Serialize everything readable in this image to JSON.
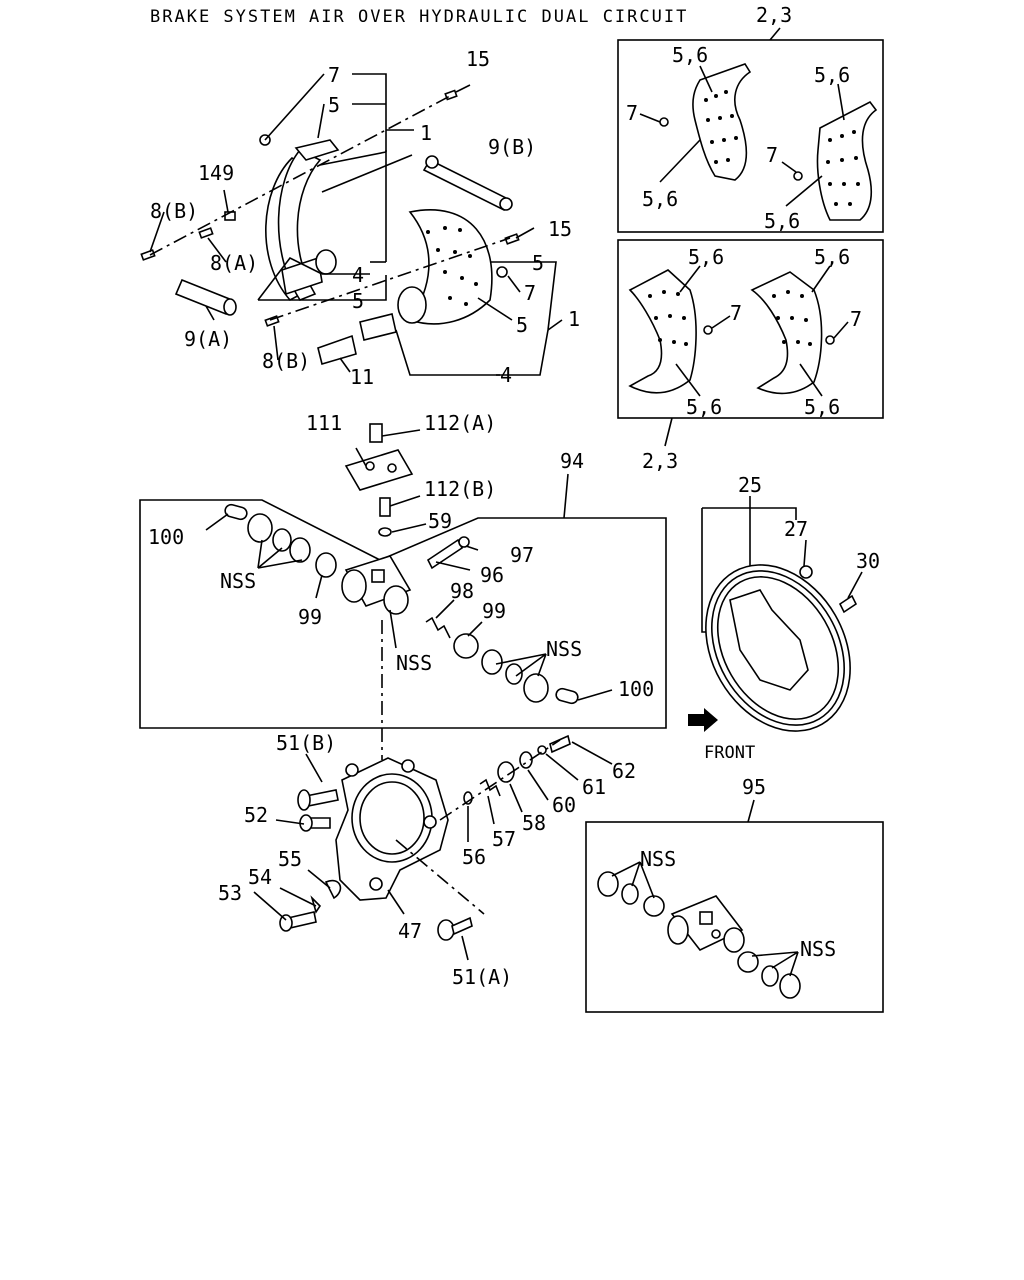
{
  "title": "BRAKE SYSTEM AIR OVER HYDRAULIC DUAL CIRCUIT",
  "front_label": "FRONT",
  "callouts": {
    "c7a": "7",
    "c5a": "5",
    "c1a": "1",
    "c15a": "15",
    "c149": "149",
    "c9b": "9(B)",
    "c8b_top": "8(B)",
    "c8a": "8(A)",
    "c4a": "4",
    "c5b": "5",
    "c9a": "9(A)",
    "c8b_bot": "8(B)",
    "c15b": "15",
    "c5c": "5",
    "c7b": "7",
    "c1b": "1",
    "c5d": "5",
    "c4b": "4",
    "c11": "11",
    "c23_top": "2,3",
    "c56_a": "5,6",
    "c56_b": "5,6",
    "c7c": "7",
    "c56_c": "5,6",
    "c7d": "7",
    "c56_d": "5,6",
    "c56_e": "5,6",
    "c56_f": "5,6",
    "c7e": "7",
    "c7f": "7",
    "c56_g": "5,6",
    "c56_h": "5,6",
    "c23_bot": "2,3",
    "c111": "111",
    "c112a": "112(A)",
    "c112b": "112(B)",
    "c94": "94",
    "c100a": "100",
    "c59": "59",
    "c97": "97",
    "c96": "96",
    "cNSS1": "NSS",
    "c99a": "99",
    "c98": "98",
    "c99b": "99",
    "cNSS2": "NSS",
    "cNSS3": "NSS",
    "c100b": "100",
    "c25": "25",
    "c27": "27",
    "c30": "30",
    "c51b": "51(B)",
    "c52": "52",
    "c55": "55",
    "c54": "54",
    "c53": "53",
    "c47": "47",
    "c51a": "51(A)",
    "c56": "56",
    "c57": "57",
    "c58": "58",
    "c60": "60",
    "c61": "61",
    "c62": "62",
    "c95": "95",
    "cNSS4": "NSS",
    "cNSS5": "NSS"
  }
}
